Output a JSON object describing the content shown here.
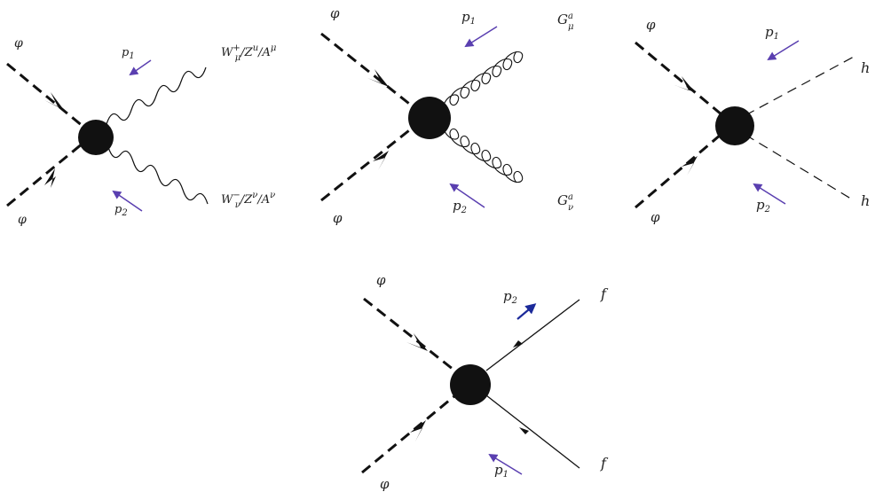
{
  "diagram": {
    "colors": {
      "line": "#111111",
      "momentum_arrow": "#5a3fb0",
      "momentum_arrow_dark": "#1c2a9a",
      "blob": "#111111"
    },
    "diagrams": [
      {
        "name": "gauge-boson-vertex",
        "incoming": [
          "φ",
          "φ"
        ],
        "outgoing_upper": {
          "base": "W",
          "sup": "+",
          "sub": "μ",
          "rest": "/Z",
          "rest_sup": "u",
          "tail": "/A",
          "tail_sup": "μ"
        },
        "outgoing_lower": {
          "base": "W",
          "sup": "−",
          "sub": "ν",
          "rest": "/Z",
          "rest_sup": "ν",
          "tail": "/A",
          "tail_sup": "ν"
        },
        "momenta": [
          {
            "base": "p",
            "sub": "1"
          },
          {
            "base": "p",
            "sub": "2"
          }
        ]
      },
      {
        "name": "gluon-vertex",
        "incoming": [
          "φ",
          "φ"
        ],
        "outgoing_upper": {
          "base": "G",
          "sup": "a",
          "sub": "μ"
        },
        "outgoing_lower": {
          "base": "G",
          "sup": "a",
          "sub": "ν"
        },
        "momenta": [
          {
            "base": "p",
            "sub": "1"
          },
          {
            "base": "p",
            "sub": "2"
          }
        ]
      },
      {
        "name": "higgs-vertex",
        "incoming": [
          "φ",
          "φ"
        ],
        "outgoing_upper": "h",
        "outgoing_lower": "h",
        "momenta": [
          {
            "base": "p",
            "sub": "1"
          },
          {
            "base": "p",
            "sub": "2"
          }
        ]
      },
      {
        "name": "fermion-vertex",
        "incoming": [
          "φ",
          "φ"
        ],
        "outgoing_upper": "f",
        "outgoing_lower": "f",
        "momenta": [
          {
            "base": "p",
            "sub": "2"
          },
          {
            "base": "p",
            "sub": "1"
          }
        ]
      }
    ]
  }
}
